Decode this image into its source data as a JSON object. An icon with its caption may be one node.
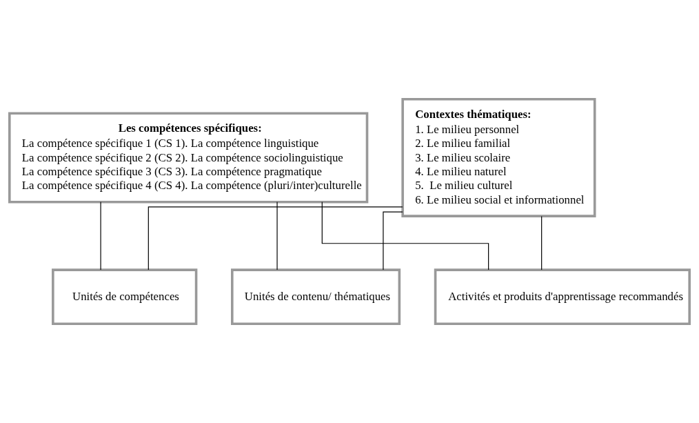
{
  "diagram": {
    "nodes": [
      {
        "text": [
          "Les compétences spécifiques:",
          "La compétence spécifique 1 (CS 1). La compétence linguistique",
          "La compétence spécifique 2 (CS 2). La compétence sociolinguistique",
          "La compétence spécifique 3 (CS 3). La compétence pragmatique",
          "La compétence spécifique 4 (CS 4). La compétence (pluri/inter)culturelle"
        ]
      },
      {
        "text": [
          "Contextes thématiques:",
          "1. Le milieu personnel",
          "2. Le milieu familial",
          "3. Le milieu scolaire",
          "4. Le milieu naturel",
          "5.  Le milieu culturel",
          "6. Le milieu social et informationnel"
        ]
      },
      {
        "text": [
          "Unités de compétences"
        ]
      },
      {
        "text": [
          "Unités de contenu/ thématiques"
        ]
      },
      {
        "text": [
          "Activités et produits d'apprentissage recommandés"
        ]
      }
    ],
    "edges": [
      {
        "from": 0,
        "to": 2,
        "arrow": "none"
      },
      {
        "from": 0,
        "to": 3,
        "arrow": "none"
      },
      {
        "from": 0,
        "to": 4,
        "arrow": "none"
      },
      {
        "from": 1,
        "to": 2,
        "arrow": "none"
      },
      {
        "from": 1,
        "to": 3,
        "arrow": "none"
      },
      {
        "from": 1,
        "to": 4,
        "arrow": "none"
      }
    ]
  }
}
